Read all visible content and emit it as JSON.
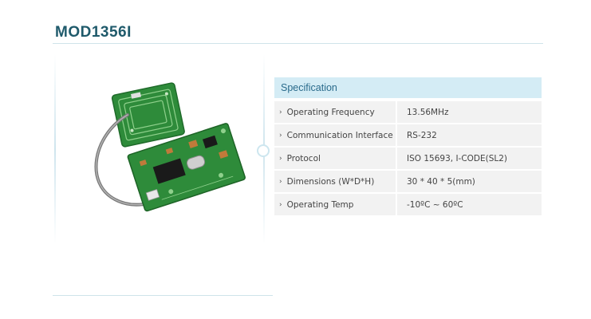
{
  "page": {
    "title": "MOD1356I"
  },
  "spec": {
    "header": "Specification",
    "rows": [
      {
        "label": "Operating Frequency",
        "value": "13.56MHz"
      },
      {
        "label": "Communication Interface",
        "value": "RS-232"
      },
      {
        "label": "Protocol",
        "value": "ISO 15693, I-CODE(SL2)"
      },
      {
        "label": "Dimensions (W*D*H)",
        "value": "30 * 40 * 5(mm)"
      },
      {
        "label": "Operating Temp",
        "value": "-10ºC ~ 60ºC"
      }
    ]
  },
  "icons": {
    "row_bullet": "chevron-right-icon"
  },
  "colors": {
    "title": "#1f5a6b",
    "spec_header_bg": "#d4ecf5",
    "spec_header_text": "#2a6b8c",
    "row_bg": "#f2f2f2",
    "pcb_green": "#2e8b3a"
  }
}
